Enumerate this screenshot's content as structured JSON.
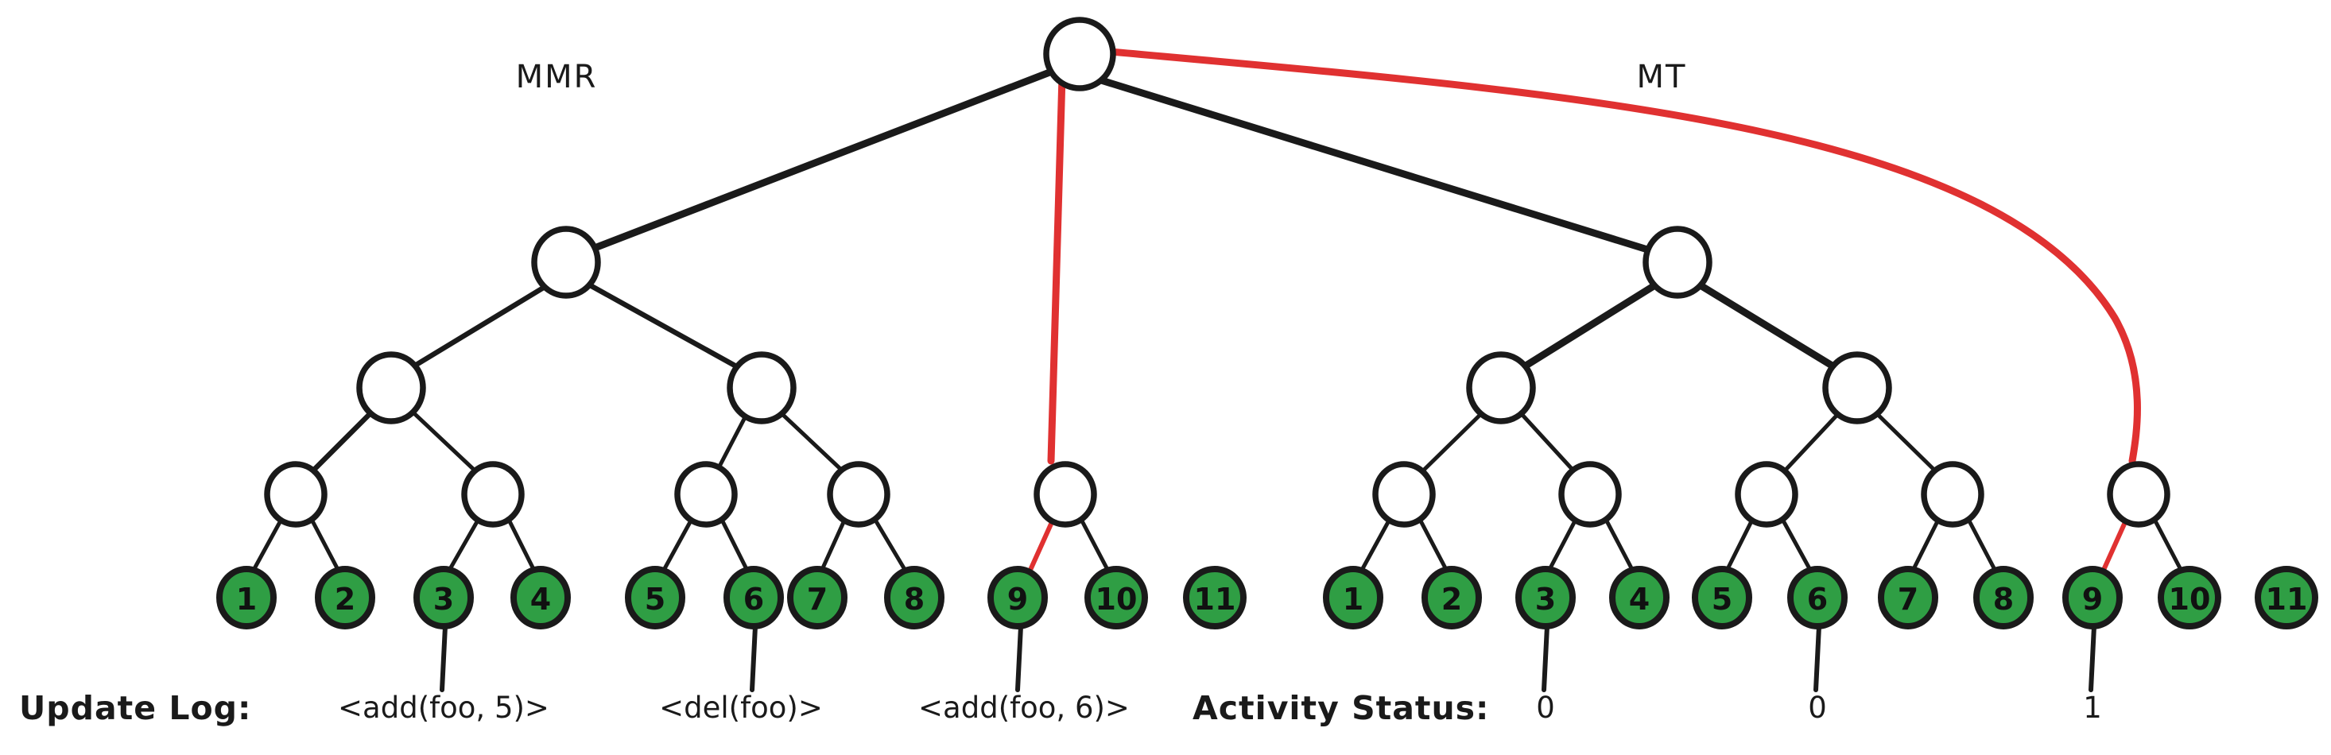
{
  "diagram": {
    "title_left": "MMR",
    "title_right": "MT",
    "colors": {
      "leaf_fill": "#2f9e44",
      "stroke": "#1a1a1a",
      "highlight": "#e03131",
      "background": "#ffffff"
    }
  },
  "left_tree": {
    "name": "MMR",
    "label": "MMR",
    "leaves": [
      "1",
      "2",
      "3",
      "4",
      "5",
      "6",
      "7",
      "8",
      "9",
      "10",
      "11"
    ]
  },
  "right_tree": {
    "name": "MT",
    "label": "MT",
    "leaves": [
      "1",
      "2",
      "3",
      "4",
      "5",
      "6",
      "7",
      "8",
      "9",
      "10",
      "11"
    ]
  },
  "update_log": {
    "caption": "Update Log:",
    "entries": [
      {
        "leaf": "3",
        "text": "<add(foo, 5)>"
      },
      {
        "leaf": "6",
        "text": "<del(foo)>"
      },
      {
        "leaf": "9",
        "text": "<add(foo, 6)>"
      }
    ]
  },
  "activity_status": {
    "caption": "Activity Status:",
    "entries": [
      {
        "leaf": "3",
        "text": "0"
      },
      {
        "leaf": "6",
        "text": "0"
      },
      {
        "leaf": "9",
        "text": "1"
      }
    ]
  }
}
